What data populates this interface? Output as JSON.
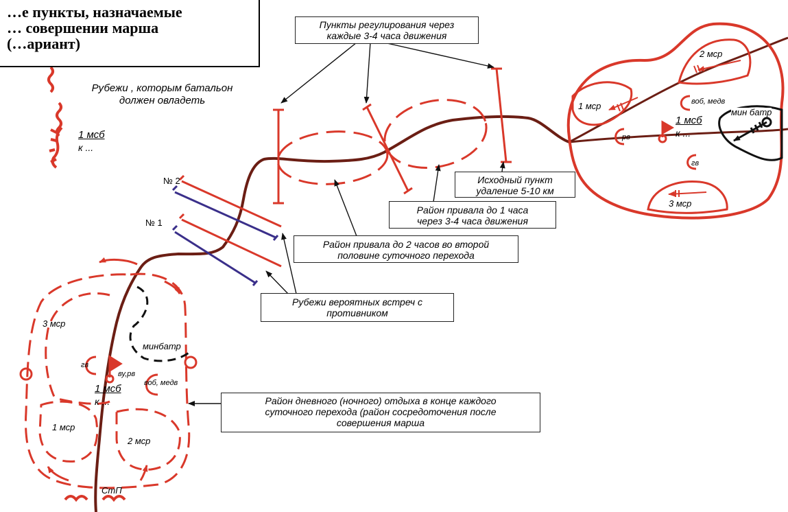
{
  "title": "…е пункты, назначаемые\n… совершении марша\n(…ариант)",
  "callouts": {
    "control_points": "Пункты регулирования через\nкаждые 3-4 часа движения",
    "start_point": "Исходный пункт\nудаление 5-10 км",
    "halt_short": "Район привала до 1 часа\nчерез 3-4 часа движения",
    "halt_long": "Район привала до 2 часов во второй\nполовине суточного перехода",
    "encounter_lines": "Рубежи вероятных встреч с\nпротивником",
    "rest_area": "Район дневного (ночного) отдыха в конце каждого\nсуточного перехода (район сосредоточения после\nсовершения марша"
  },
  "legend": {
    "lines_text": "Рубежи , которым батальон\nдолжен овладеть",
    "unit": "1 мсб",
    "unit_sub": "к ..."
  },
  "line_labels": {
    "no2": "№ 2",
    "no1": "№ 1"
  },
  "start_area": {
    "company_2": "2 мср",
    "company_1": "1 мср",
    "company_3": "3 мср",
    "mortar": "мин батр",
    "supply": "воб, медв",
    "recon": "рв",
    "grenade": "гв",
    "unit": "1 мсб",
    "unit_sub": "к ..."
  },
  "rest_zone": {
    "company_3": "3 мср",
    "company_1": "1 мср",
    "company_2": "2 мср",
    "mortar": "минбатр",
    "grenade": "гв",
    "cmd": "ву,рв",
    "supply": "воб, медв",
    "unit": "1 мсб",
    "unit_sub": "к ...",
    "stp": "СтП"
  },
  "colors": {
    "red": "#d9382a",
    "route": "#6b1e14",
    "blue": "#3a2f8a",
    "black": "#111111"
  }
}
